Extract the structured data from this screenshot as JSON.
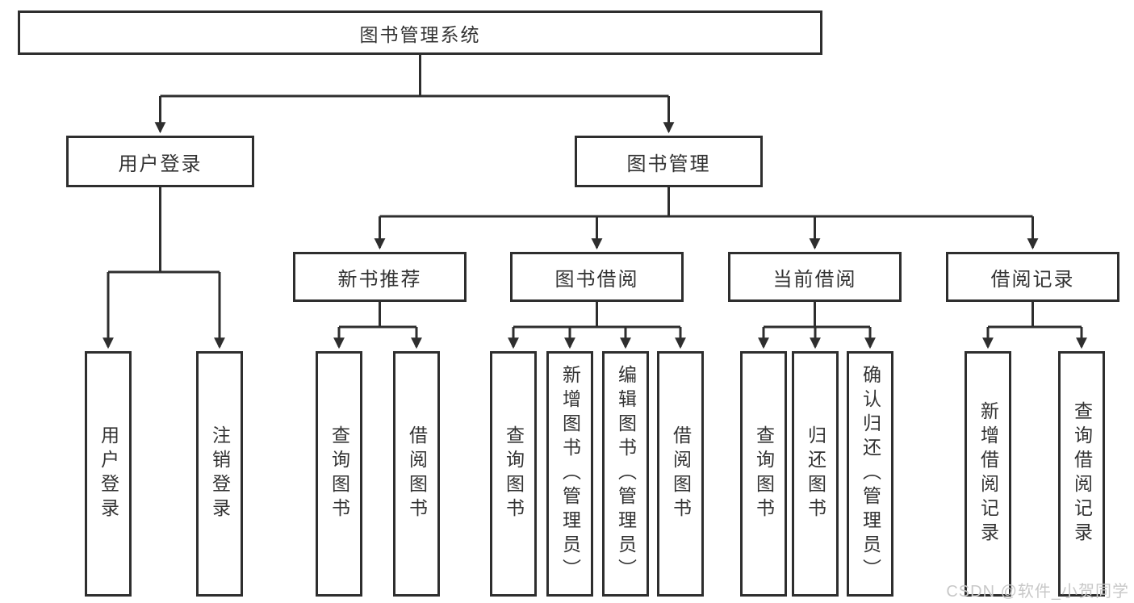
{
  "diagram_type": "tree-structure-chart",
  "watermark": "CSDN @软件_小贺同学",
  "colors": {
    "line": "#2e2e2e",
    "box_border": "#2e2e2e",
    "box_background": "#ffffff",
    "text": "#333333",
    "watermark": "#c8c8c8"
  },
  "tree": {
    "label": "图书管理系统",
    "children": [
      {
        "label": "用户登录",
        "children": [
          {
            "label": "用户登录"
          },
          {
            "label": "注销登录"
          }
        ]
      },
      {
        "label": "图书管理",
        "children": [
          {
            "label": "新书推荐",
            "children": [
              {
                "label": "查询图书"
              },
              {
                "label": "借阅图书"
              }
            ]
          },
          {
            "label": "图书借阅",
            "children": [
              {
                "label": "查询图书"
              },
              {
                "label": "新增图书（管理员）"
              },
              {
                "label": "编辑图书（管理员）"
              },
              {
                "label": "借阅图书"
              }
            ]
          },
          {
            "label": "当前借阅",
            "children": [
              {
                "label": "查询图书"
              },
              {
                "label": "归还图书"
              },
              {
                "label": "确认归还（管理员）"
              }
            ]
          },
          {
            "label": "借阅记录",
            "children": [
              {
                "label": "新增借阅记录"
              },
              {
                "label": "查询借阅记录"
              }
            ]
          }
        ]
      }
    ]
  }
}
